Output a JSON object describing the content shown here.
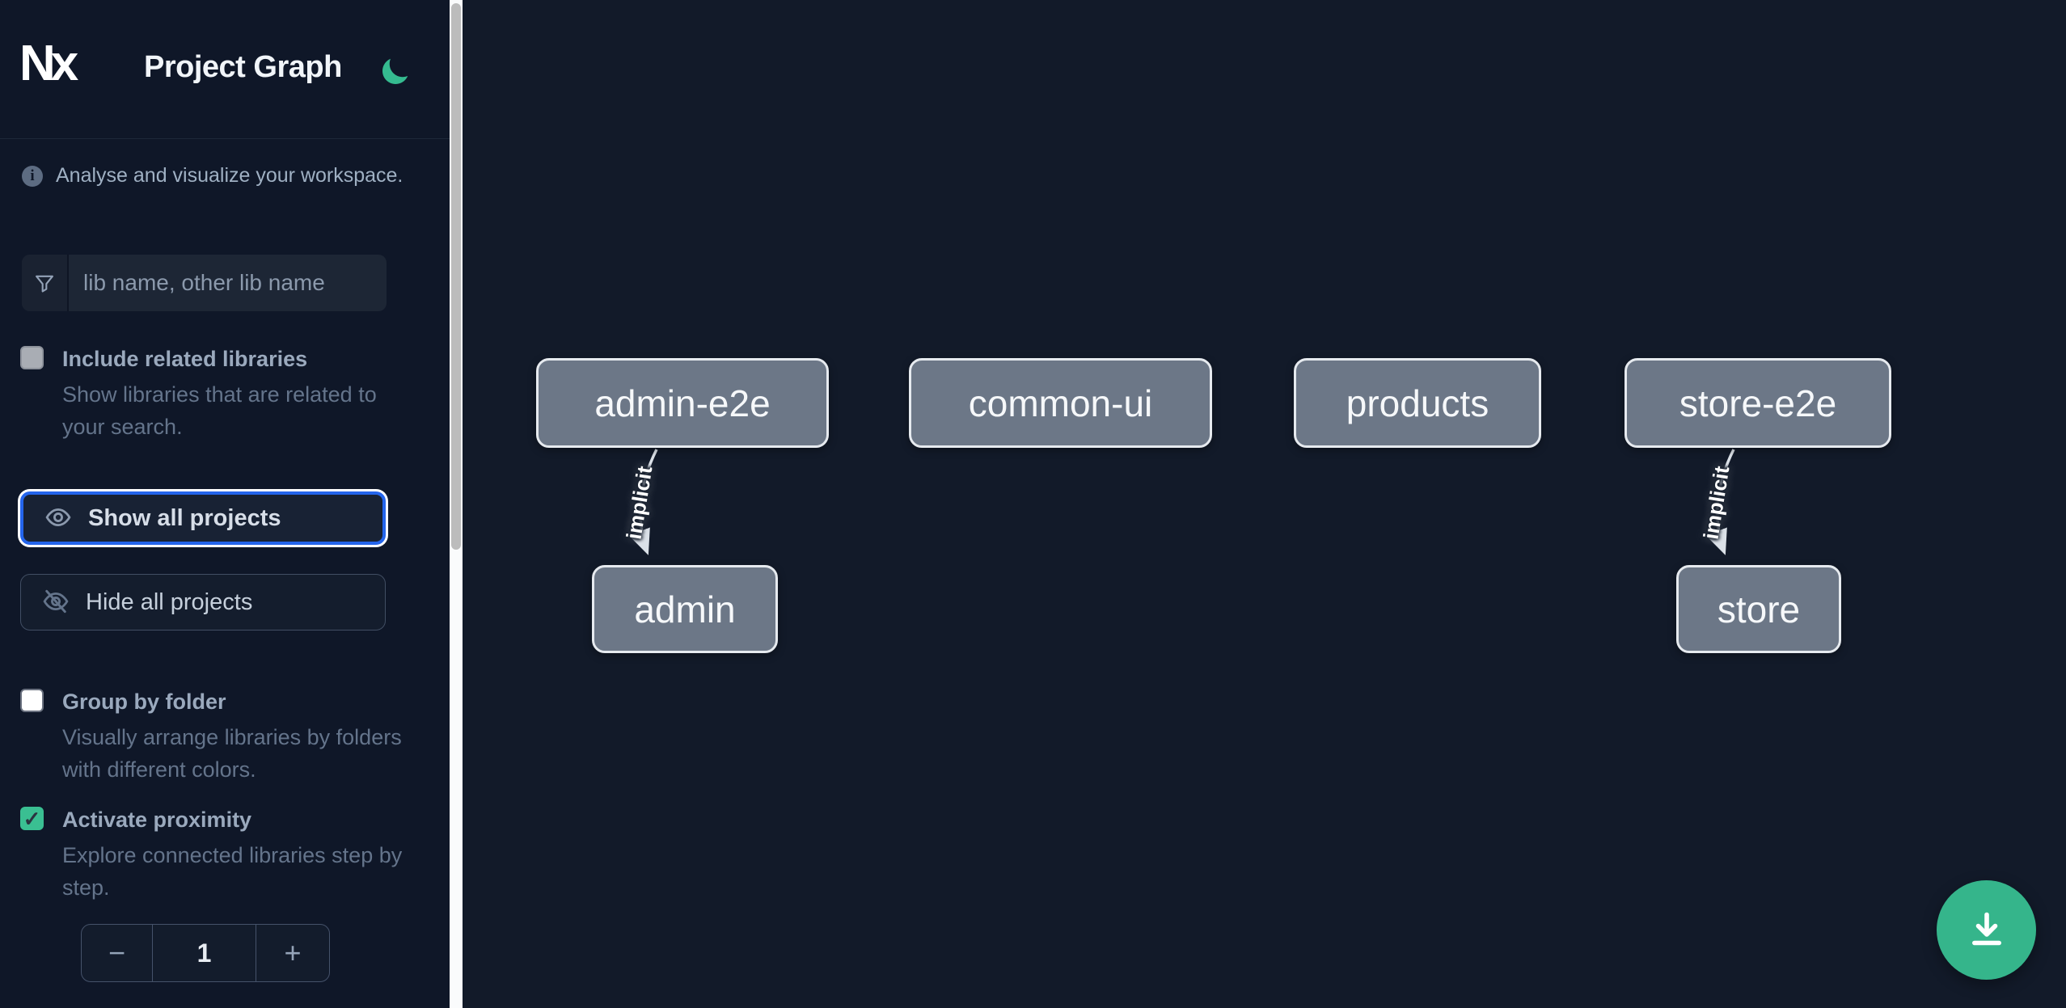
{
  "header": {
    "logo_text": "Nx",
    "title": "Project Graph",
    "theme_icon": "moon-icon"
  },
  "sidebar": {
    "tagline": "Analyse and visualize your workspace.",
    "search": {
      "placeholder": "lib name, other lib name",
      "value": "",
      "icon": "funnel-filter-icon"
    },
    "include_related": {
      "label": "Include related libraries",
      "description": "Show libraries that are related to your search.",
      "checked": false
    },
    "show_all": {
      "label": "Show all projects",
      "icon": "eye-icon",
      "focused": true
    },
    "hide_all": {
      "label": "Hide all projects",
      "icon": "eye-slash-icon"
    },
    "group_by_folder": {
      "label": "Group by folder",
      "description": "Visually arrange libraries by folders with different colors.",
      "checked": false
    },
    "proximity": {
      "label": "Activate proximity",
      "description": "Explore connected libraries step by step.",
      "checked": true,
      "value": "1",
      "decrement_label": "−",
      "increment_label": "+"
    }
  },
  "graph": {
    "nodes": [
      {
        "id": "admin-e2e",
        "label": "admin-e2e"
      },
      {
        "id": "common-ui",
        "label": "common-ui"
      },
      {
        "id": "products",
        "label": "products"
      },
      {
        "id": "store-e2e",
        "label": "store-e2e"
      },
      {
        "id": "admin",
        "label": "admin"
      },
      {
        "id": "store",
        "label": "store"
      }
    ],
    "edges": [
      {
        "source": "admin-e2e",
        "target": "admin",
        "type": "implicit",
        "label": "implicit"
      },
      {
        "source": "store-e2e",
        "target": "store",
        "type": "implicit",
        "label": "implicit"
      }
    ]
  },
  "fab": {
    "icon": "download-icon"
  },
  "colors": {
    "accent_green": "#3abf92",
    "focus_blue": "#2465ec",
    "node_fill": "#6c7787",
    "node_border": "#e6eaef",
    "sidebar_bg": "#0f1728",
    "canvas_bg": "#121a29",
    "edge": "#dbe1e8"
  }
}
